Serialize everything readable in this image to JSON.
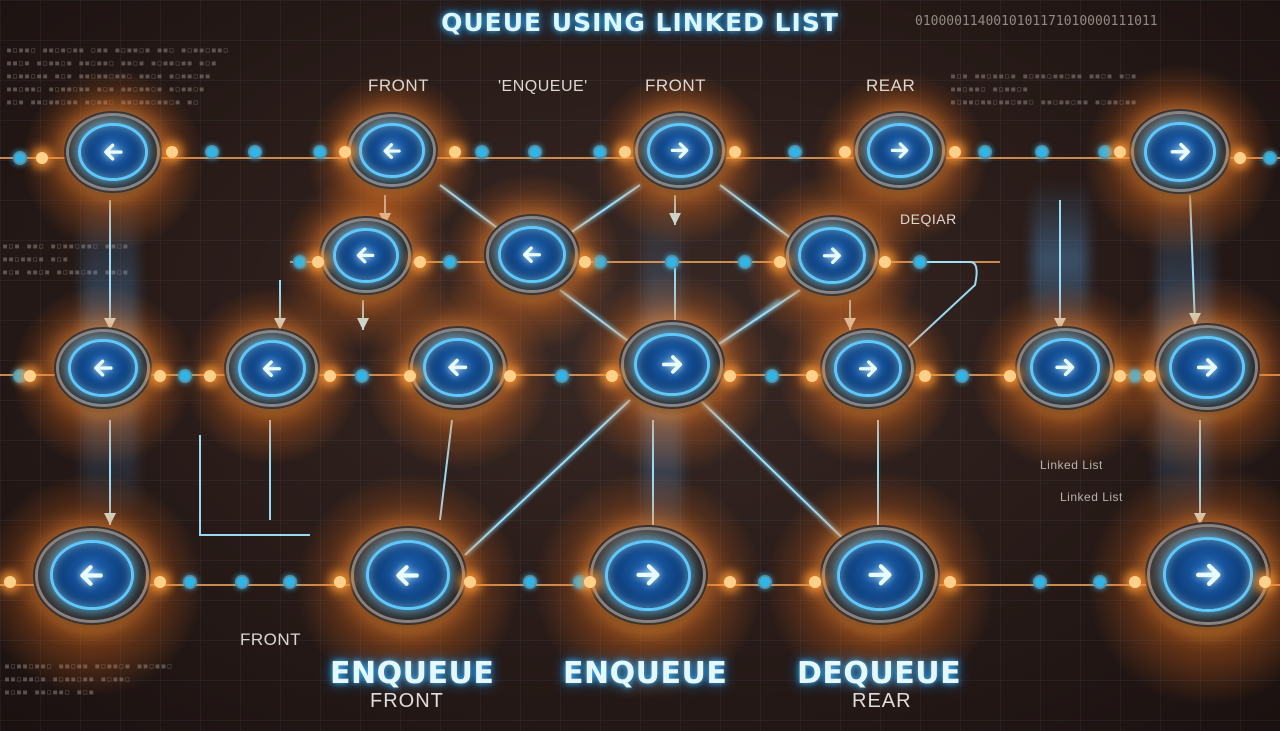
{
  "title": "QUEUE USING LINKED LIST",
  "binary_string": "0100001140010101171010000111011",
  "labels": {
    "front_top_left": "FRONT",
    "enqueue_top": "'ENQUEUE'",
    "front_top_mid": "FRONT",
    "rear_top": "REAR",
    "deqiar": "DEQIAR",
    "front_bottom_left": "FRONT"
  },
  "bottom_labels": [
    {
      "main": "ENQUEUE",
      "sub": "FRONT"
    },
    {
      "main": "ENQUEUE",
      "sub": ""
    },
    {
      "main": "DEQUEUE",
      "sub": "REAR"
    }
  ],
  "annotations": {
    "right_note": "Linked List",
    "right_note_2": "Linked List"
  },
  "nodes": [
    {
      "row": 1,
      "dir": "left"
    },
    {
      "row": 1,
      "dir": "left"
    },
    {
      "row": 1,
      "dir": "right"
    },
    {
      "row": 1,
      "dir": "right"
    },
    {
      "row": 1,
      "dir": "right"
    },
    {
      "row": 2,
      "dir": "left"
    },
    {
      "row": 2,
      "dir": "left"
    },
    {
      "row": 2,
      "dir": "right"
    },
    {
      "row": 3,
      "dir": "left"
    },
    {
      "row": 3,
      "dir": "left"
    },
    {
      "row": 3,
      "dir": "left"
    },
    {
      "row": 3,
      "dir": "right"
    },
    {
      "row": 3,
      "dir": "right"
    },
    {
      "row": 3,
      "dir": "right"
    },
    {
      "row": 3,
      "dir": "right"
    },
    {
      "row": 4,
      "dir": "left"
    },
    {
      "row": 4,
      "dir": "left"
    },
    {
      "row": 4,
      "dir": "right"
    },
    {
      "row": 4,
      "dir": "right"
    },
    {
      "row": 4,
      "dir": "right"
    }
  ],
  "colors": {
    "node_glow": "#5cc8ff",
    "link_glow": "#ff9a3c",
    "background": "#2b1d1a"
  }
}
